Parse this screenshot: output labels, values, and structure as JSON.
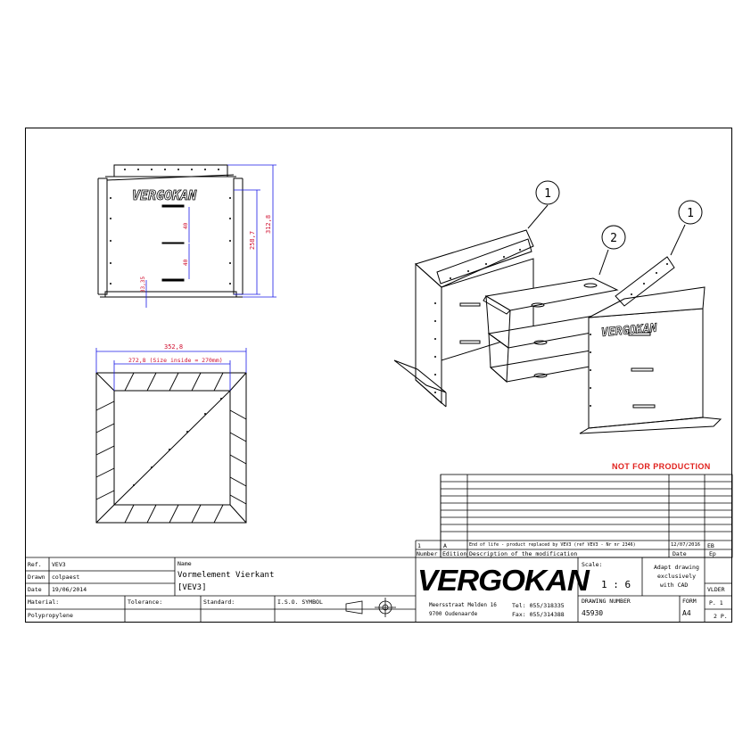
{
  "brand": "VERGOKAN",
  "warning": "NOT FOR PRODUCTION",
  "front_view": {
    "dim_height_total": "312,8",
    "dim_height_inner": "258,7",
    "dim_small_1": "40",
    "dim_small_2": "40",
    "dim_bottom": "33,35"
  },
  "top_view": {
    "dim_outer": "352,8",
    "dim_inner": "272,8 (Size inside = 270mm)"
  },
  "iso_view": {
    "balloon_1a": "1",
    "balloon_2": "2",
    "balloon_1b": "1"
  },
  "revisions": {
    "row_number": "1",
    "row_edition": "A",
    "row_description": "End of life - product replaced by VEV3 (ref VEV3 - Nr nr 2346)",
    "row_date": "12/07/2016",
    "row_by": "EB",
    "header_number": "Number",
    "header_edition": "Edition",
    "header_description": "Description of the modification",
    "header_date": "Date",
    "header_by": "Ep"
  },
  "title_block": {
    "ref_label": "Ref.",
    "ref_value": "VEV3",
    "drawn_label": "Drawn",
    "drawn_value": "colpaest",
    "date_label": "Date",
    "date_value": "19/06/2014",
    "name_label": "Name",
    "name_line1": "Vormelement Vierkant",
    "name_line2": "[VEV3]",
    "material_label": "Material:",
    "material_value": "Polypropylene",
    "tolerance_label": "Tolerance:",
    "standard_label": "Standard:",
    "iso_label": "I.S.O. SYMBOL",
    "address_line1": "Meersstraat Melden 16",
    "address_line2": "9700 Oudenaarde",
    "tel": "Tel: 055/318335",
    "fax": "Fax: 055/314388",
    "scale_label": "Scale:",
    "scale_value": "1 : 6",
    "adapt_line1": "Adapt drawing",
    "adapt_line2": "exclusively",
    "adapt_line3": "with CAD",
    "drawing_number_label": "DRAWING NUMBER",
    "drawing_number_value": "45930",
    "format_label": "FORM",
    "format_value": "A4",
    "folder_label": "VLDER",
    "page_label": "P. 1",
    "pages_label": "2 P."
  },
  "colors": {
    "line": "#000000",
    "dimension": "#1a1ae6",
    "dimension_alt": "#d01030",
    "warning": "#e0201c"
  }
}
